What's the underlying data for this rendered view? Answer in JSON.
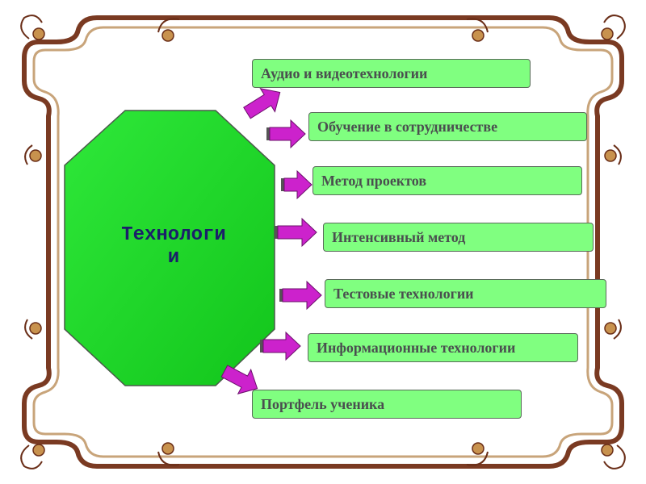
{
  "center": {
    "line1": "Технологи",
    "line2": "и"
  },
  "items": [
    {
      "label": "Аудио и видеотехнологии"
    },
    {
      "label": "Обучение в сотрудничестве"
    },
    {
      "label": "Метод проектов"
    },
    {
      "label": "Интенсивный метод"
    },
    {
      "label": "Тестовые технологии"
    },
    {
      "label": "Информационные технологии"
    },
    {
      "label": "Портфель ученика"
    }
  ],
  "colors": {
    "octagon_fill": "#16e01f",
    "box_fill": "#80ff80",
    "arrow_fill": "#cc22cc",
    "frame_brown": "#7a3a22",
    "title_text": "#1b1f6a"
  }
}
